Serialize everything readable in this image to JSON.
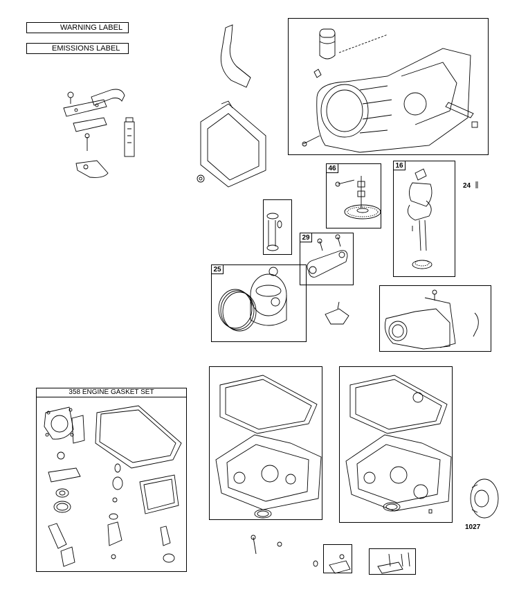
{
  "labels": {
    "warning": "WARNING LABEL",
    "emissions": "EMISSIONS LABEL",
    "gasket_set": "358 ENGINE GASKET SET"
  },
  "callouts": {
    "camshaft": "46",
    "crankshaft": "16",
    "connecting_rod": "29",
    "piston": "25",
    "pin": "24",
    "oil_filter": "1027"
  }
}
